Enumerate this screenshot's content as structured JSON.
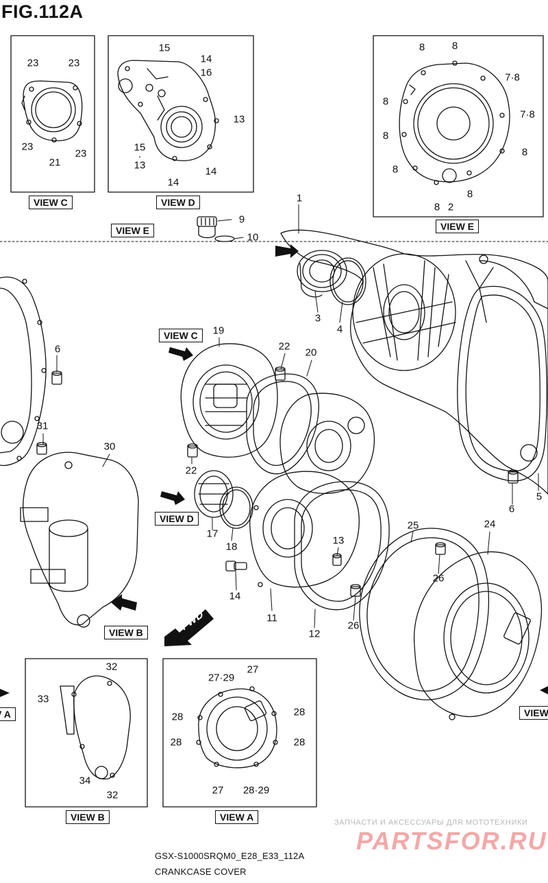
{
  "figure": {
    "title": "FIG.112A",
    "model_code": "GSX-S1000SRQM0_E28_E33_112A",
    "caption": "CRANKCASE COVER",
    "direction_marker": "FWD"
  },
  "watermark": {
    "tagline": "ЗАПЧАСТИ И АКСЕССУАРЫ ДЛЯ МОТОТЕХНИКИ",
    "logo": "PARTSFOR.RU"
  },
  "view_labels": {
    "view_c_box": "VIEW C",
    "view_d_box": "VIEW D",
    "view_e_box": "VIEW E",
    "view_e_arrow": "VIEW E",
    "view_c_arrow": "VIEW C",
    "view_d_arrow": "VIEW D",
    "view_b_arrow": "VIEW B",
    "view_b_box": "VIEW B",
    "view_a_box": "VIEW A",
    "view_a_arrow_left": "V A",
    "view_a_arrow_right": "VIEW"
  },
  "callouts": {
    "c1": "1",
    "c2": "2",
    "c3": "3",
    "c4": "4",
    "c5": "5",
    "c6a": "6",
    "c6b": "6",
    "c9": "9",
    "c10": "10",
    "c11": "11",
    "c12": "12",
    "c13": "13",
    "c14": "14",
    "c17": "17",
    "c18": "18",
    "c19": "19",
    "c20": "20",
    "c22a": "22",
    "c22b": "22",
    "c24": "24",
    "c25": "25",
    "c26a": "26",
    "c26b": "26",
    "c30": "30",
    "c31": "31",
    "vc_23a": "23",
    "vc_23b": "23",
    "vc_23c": "23",
    "vc_23d": "23",
    "vc_21": "21",
    "vd_15a": "15",
    "vd_14a": "14",
    "vd_16": "16",
    "vd_13a": "13",
    "vd_15b": "15",
    "vd_dot": "·",
    "vd_13b": "13",
    "vd_14b": "14",
    "vd_14c": "14",
    "ve_8a": "8",
    "ve_8b": "8",
    "ve_78a": "7·8",
    "ve_8c": "8",
    "ve_78b": "7·8",
    "ve_8d": "8",
    "ve_8e": "8",
    "ve_8f": "8",
    "ve_8g": "8",
    "ve_2": "2",
    "ve_8h": "8",
    "vb_32a": "32",
    "vb_33": "33",
    "vb_34": "34",
    "vb_32b": "32",
    "va_2729a": "27·29",
    "va_27a": "27",
    "va_28a": "28",
    "va_28b": "28",
    "va_28c": "28",
    "va_28d": "28",
    "va_27b": "27",
    "va_2829": "28·29"
  }
}
